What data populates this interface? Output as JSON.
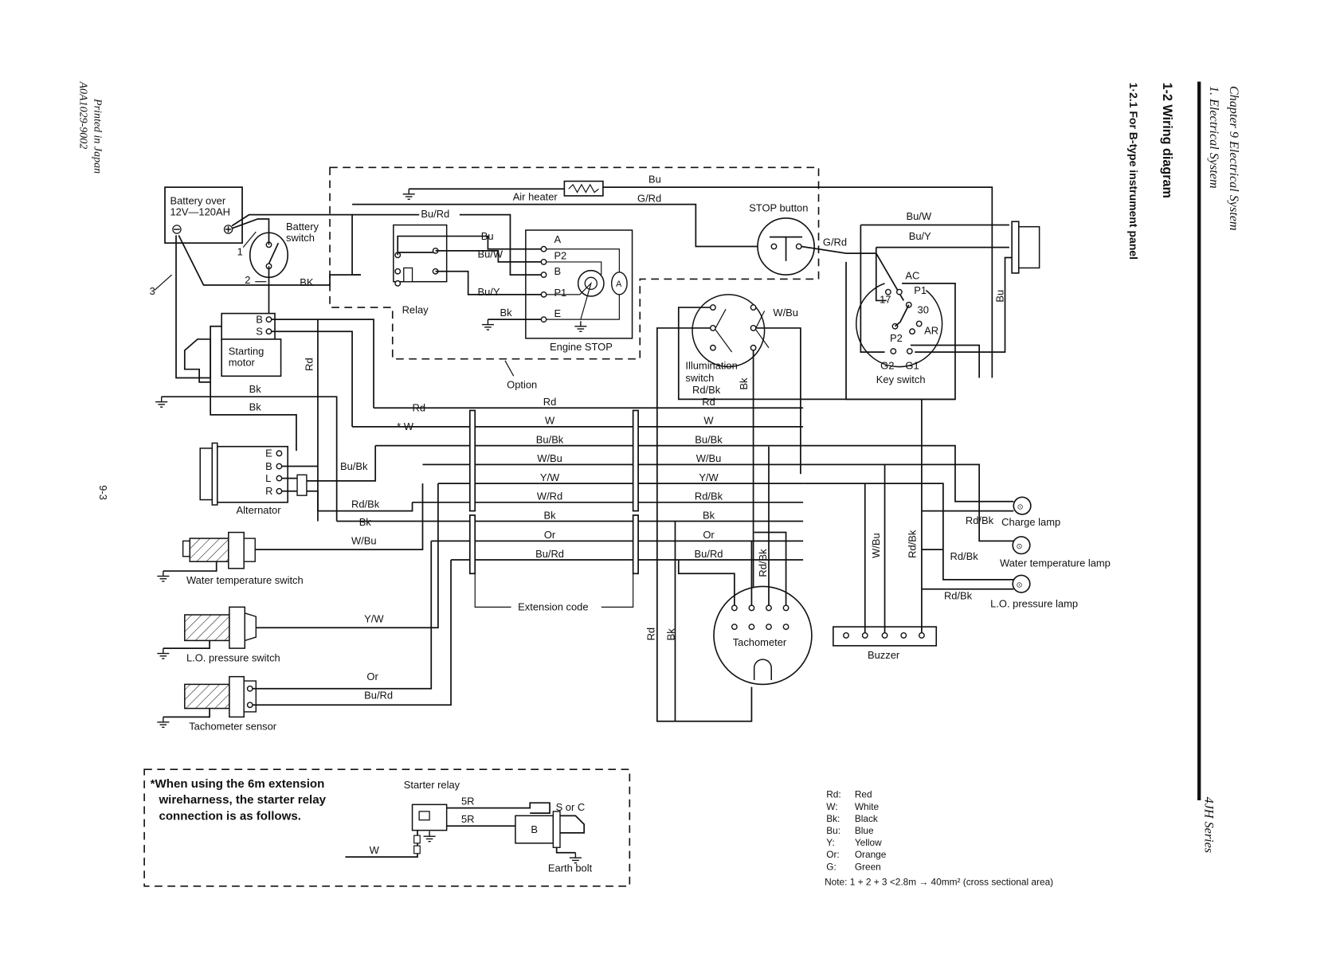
{
  "header": {
    "chapter": "Chapter 9 Electrical System",
    "section": "1. Electrical System",
    "title": "1-2 Wiring diagram",
    "subtitle": "1·2.1 For B-type instrument panel",
    "series": "4JH Series"
  },
  "footer": {
    "printed": "Printed in Japan",
    "doc_no": "A0A1029-9002",
    "page": "9-3"
  },
  "components": {
    "battery": {
      "line1": "Battery over",
      "line2": "12V—120AH",
      "neg": "⊖",
      "pos": "⊕"
    },
    "battery_switch": {
      "line1": "Battery",
      "line2": "switch",
      "t1": "1",
      "t2": "2",
      "t3": "3",
      "wire": "BK"
    },
    "starting_motor": {
      "line1": "Starting",
      "line2": "motor",
      "b": "B",
      "s": "S"
    },
    "alternator": {
      "label": "Alternator",
      "e": "E",
      "b": "B",
      "l": "L",
      "r": "R"
    },
    "water_temp_switch": "Water temperature switch",
    "lo_pressure_switch": "L.O. pressure switch",
    "tacho_sensor": "Tachometer sensor",
    "air_heater": "Air heater",
    "relay": "Relay",
    "engine_stop": {
      "label": "Engine STOP",
      "a": "A",
      "p2": "P2",
      "b": "B",
      "p1": "P1",
      "e": "E",
      "motor": "A"
    },
    "option": "Option",
    "stop_button": "STOP button",
    "illumination_switch": {
      "line1": "Illumination",
      "line2": "switch",
      "rdbk": "Rd/Bk",
      "bk": "Bk",
      "wbu": "W/Bu"
    },
    "key_switch": {
      "label": "Key switch",
      "ac": "AC",
      "p1": "P1",
      "n17": "17",
      "n30": "30",
      "ar": "AR",
      "p2": "P2",
      "g2": "G2",
      "g1": "G1"
    },
    "tachometer": "Tachometer",
    "buzzer": "Buzzer",
    "extension_code": "Extension code",
    "lamps": {
      "charge": "Charge lamp",
      "water": "Water temperature lamp",
      "lo": "L.O. pressure lamp",
      "wire": "Rd/Bk"
    }
  },
  "wire_labels": {
    "bu": "Bu",
    "grd": "G/Rd",
    "burd": "Bu/Rd",
    "bu2": "Bu",
    "buw": "Bu/W",
    "buy": "Bu/Y",
    "bk": "Bk",
    "grd2": "G/Rd",
    "buw_top": "Bu/W",
    "buy_top": "Bu/Y",
    "bu_right": "Bu",
    "rd_vert": "Rd",
    "bk1": "Bk",
    "bk2": "Bk",
    "left_rd": "Rd",
    "left_w": "* W",
    "left_bubk": "Bu/Bk",
    "left_rdbk": "Rd/Bk",
    "left_bk": "Bk",
    "left_wbu": "W/Bu",
    "yw": "Y/W",
    "or": "Or",
    "burd2": "Bu/Rd",
    "tach_rdbk": "Rd/Bk",
    "tach_rd": "Rd",
    "tach_bk": "Bk",
    "buz_wbu": "W/Bu",
    "buz_rdbk": "Rd/Bk"
  },
  "harness": {
    "middle": [
      "Rd",
      "W",
      "Bu/Bk",
      "W/Bu",
      "Y/W",
      "W/Rd",
      "Bk",
      "Or",
      "Bu/Rd"
    ],
    "right": [
      "Rd",
      "W",
      "Bu/Bk",
      "W/Bu",
      "Y/W",
      "Rd/Bk",
      "Bk",
      "Or",
      "Bu/Rd"
    ]
  },
  "note_box": {
    "line1": "*When using the 6m extension",
    "line2": "wireharness, the starter relay",
    "line3": "connection is as follows.",
    "starter_relay": "Starter relay",
    "r1": "5R",
    "r2": "5R",
    "s_or_c": "S or C",
    "b": "B",
    "w": "W",
    "earth": "Earth bolt"
  },
  "legend": {
    "items": [
      {
        "code": "Rd:",
        "name": "Red"
      },
      {
        "code": "W:",
        "name": "White"
      },
      {
        "code": "Bk:",
        "name": "Black"
      },
      {
        "code": "Bu:",
        "name": "Blue"
      },
      {
        "code": "Y:",
        "name": "Yellow"
      },
      {
        "code": "Or:",
        "name": "Orange"
      },
      {
        "code": "G:",
        "name": "Green"
      }
    ],
    "note": "Note: 1 + 2 + 3 <2.8m → 40mm² (cross sectional area)"
  }
}
